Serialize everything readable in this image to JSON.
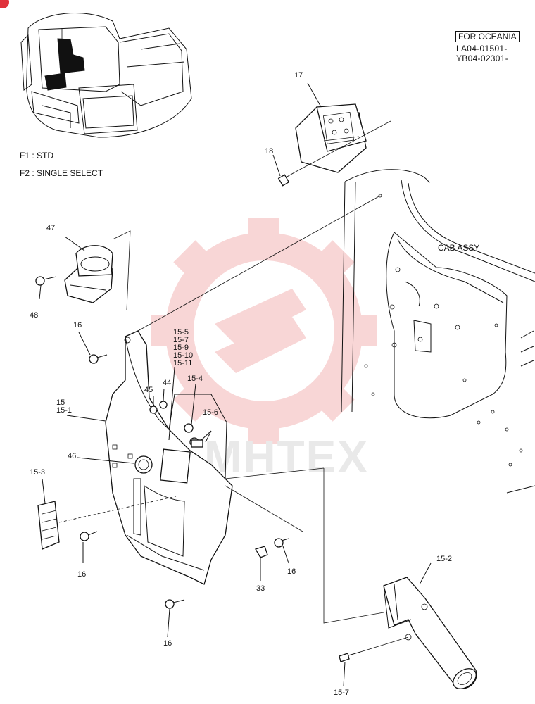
{
  "page_corner_badge": "",
  "legend": {
    "f1": "F1 :  STD",
    "f2": "F2 :  SINGLE SELECT"
  },
  "region_label": "FOR OCEANIA",
  "serials": [
    "LA04-01501-",
    "YB04-02301-"
  ],
  "cab_label": "CAB ASSY",
  "watermark": "MHTEX",
  "callouts": {
    "c17": "17",
    "c18": "18",
    "c47": "47",
    "c48": "48",
    "c16a": "16",
    "c16b": "16",
    "c16c": "16",
    "c16d": "16",
    "c15_5": "15-5",
    "c15_7a": "15-7",
    "c15_9": "15-9",
    "c15_10": "15-10",
    "c15_11": "15-11",
    "c15_4": "15-4",
    "c15_6": "15-6",
    "c45": "45",
    "c44": "44",
    "c15": "15",
    "c15_1": "15-1",
    "c46": "46",
    "c15_3": "15-3",
    "c33": "33",
    "c15_2": "15-2",
    "c15_7b": "15-7"
  }
}
